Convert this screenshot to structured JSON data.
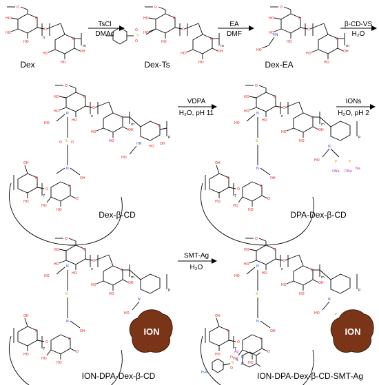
{
  "compounds": [
    {
      "id": "dex",
      "label": "Dex"
    },
    {
      "id": "dex-ts",
      "label": "Dex-Ts"
    },
    {
      "id": "dex-ea",
      "label": "Dex-EA"
    },
    {
      "id": "dex-bcd",
      "label": "Dex-β-CD"
    },
    {
      "id": "dpa-dex-bcd",
      "label": "DPA-Dex-β-CD"
    },
    {
      "id": "ion-dpa-dex-bcd",
      "label": "ION-DPA-Dex-β-CD"
    },
    {
      "id": "ion-dpa-dex-bcd-smt-ag",
      "label": "ION-DPA-Dex-β-CD-SMT-Ag"
    }
  ],
  "steps": [
    {
      "id": "step1",
      "reagent": "TsCl",
      "solvent": "DMAc"
    },
    {
      "id": "step2",
      "reagent": "EA",
      "solvent": "DMF"
    },
    {
      "id": "step3",
      "reagent": "β-CD-VS",
      "solvent": "H₂O"
    },
    {
      "id": "step4",
      "reagent": "VDPA",
      "solvent": "H₂O, pH 11"
    },
    {
      "id": "step5",
      "reagent": "IONs",
      "solvent": "H₂O, pH 2"
    },
    {
      "id": "step6",
      "reagent": "SMT-Ag",
      "solvent": "H₂O"
    }
  ],
  "atoms": {
    "O": "O",
    "HO": "HO",
    "OH": "OH",
    "HN": "HN",
    "N": "N",
    "S": "S",
    "P": "P",
    "ONa": "ONa",
    "Na": "Na",
    "Ag": "Ag",
    "H2N": "H₂N"
  },
  "subscripts": {
    "n": "n",
    "m": "m",
    "p": "p",
    "x": "7"
  },
  "nanoparticle": {
    "label": "ION"
  },
  "colors": {
    "oxygen": "#d22222",
    "nitrogen": "#2a4fd8",
    "sulfur": "#c8a000",
    "sodium": "#c030c0",
    "ion_particle": "#7a3418"
  }
}
